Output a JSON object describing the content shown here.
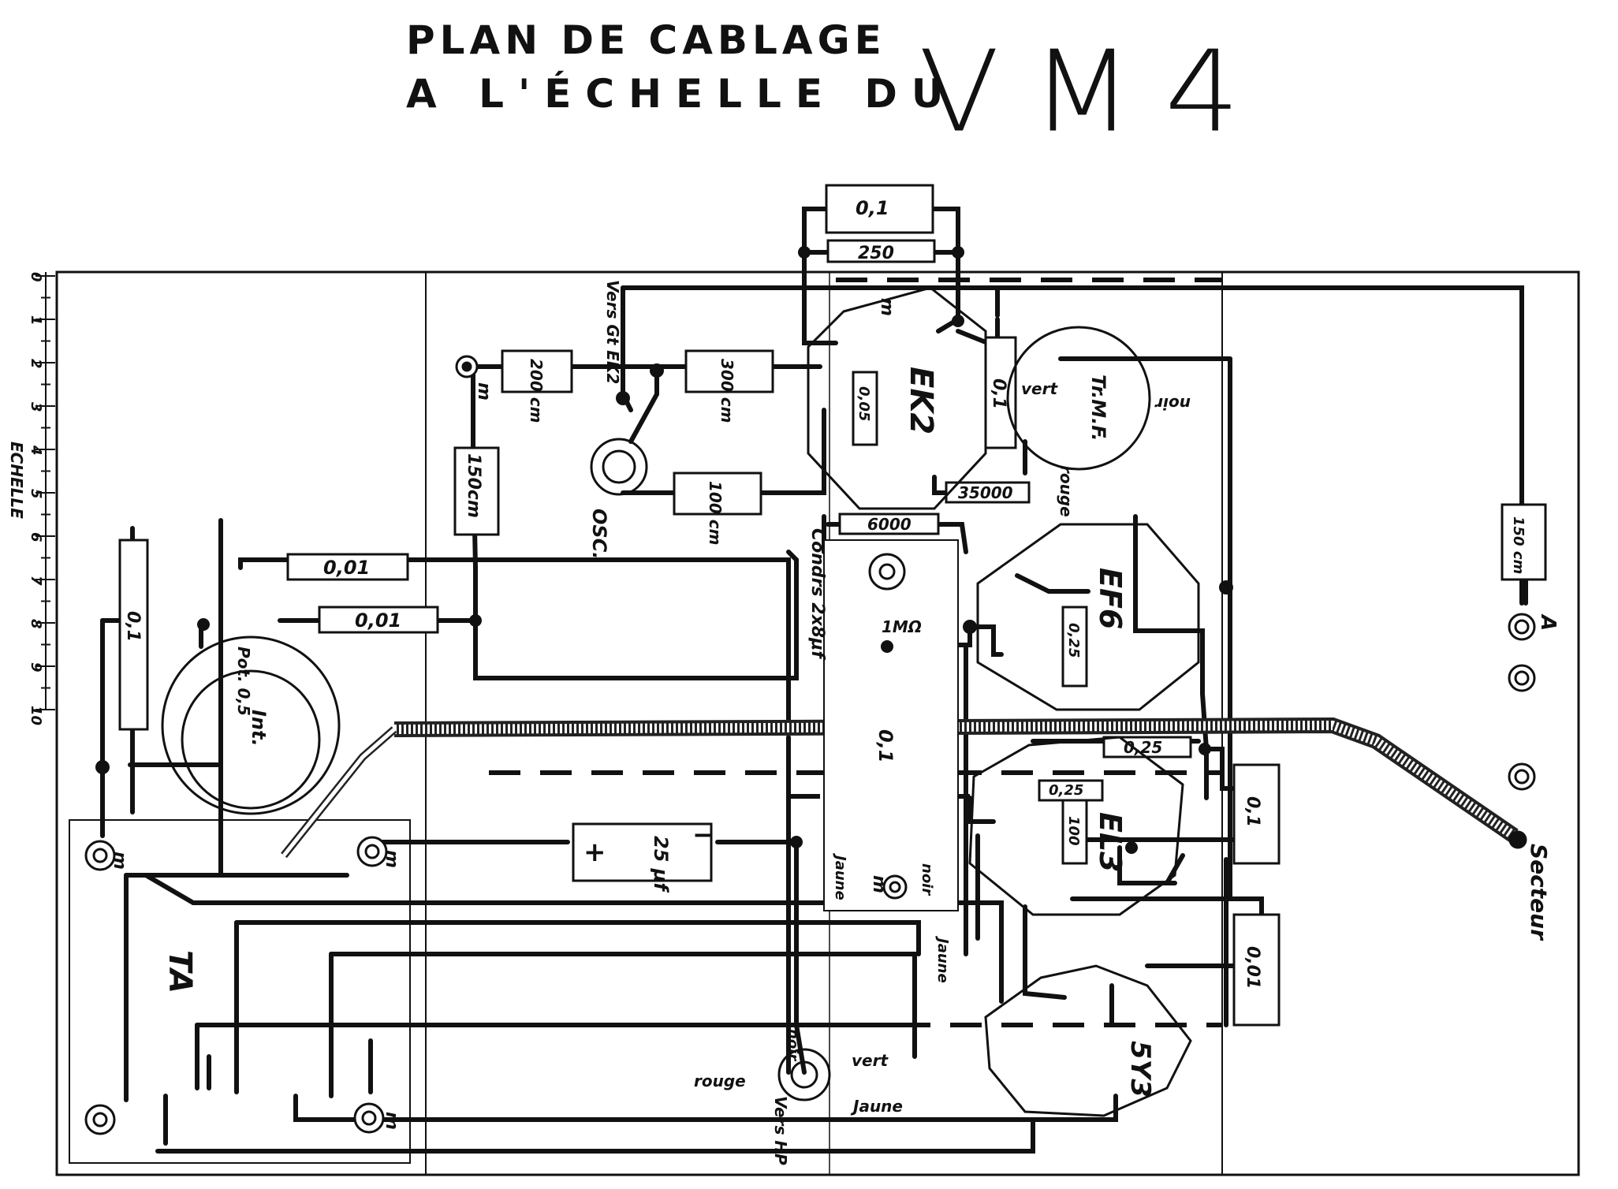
{
  "title": {
    "line1": "PLAN DE CABLAGE",
    "line2": "A L'ÉCHELLE DU",
    "model": "VM4"
  },
  "scale": {
    "label": "ECHELLE",
    "ticks": [
      "0",
      "1",
      "2",
      "3",
      "4",
      "5",
      "6",
      "7",
      "8",
      "9",
      "10"
    ]
  },
  "components": {
    "r_top": "0,1",
    "r_250": "250",
    "c_200": "200 cm",
    "c_300": "300 cm",
    "c_100": "100 cm",
    "c_150a": "150cm",
    "r_005": "0,05",
    "r_01_ek2": "0,1",
    "r_35000": "35000",
    "r_6000": "6000",
    "r_1m": "1MΩ",
    "r_025_ef6": "0,25",
    "c_150b": "150 cm",
    "c_001a": "0,01",
    "c_001b": "0,01",
    "c_01_left": "0,1",
    "c_01_center": "0,1",
    "r_025_el3a": "0,25",
    "r_025_el3b": "0,25",
    "r_100_el3": "100",
    "c_01_right": "0,1",
    "c_001_right": "0,01",
    "c_25uf": "25 μf",
    "plus": "+",
    "minus": "−"
  },
  "tubes": {
    "ek2": "EK2",
    "ef6": "EF6",
    "el3": "EL3",
    "fiveY3": "5Y3",
    "trmf": "Tr.M.F."
  },
  "labels": {
    "vers_gt_ek2": "Vers Gt EK2",
    "osc": "OSC.",
    "m": "m",
    "vert": "vert",
    "noir": "noir",
    "rouge": "rouge",
    "jaune": "Jaune",
    "pot": "Pot. 0,5",
    "int": "Int.",
    "cond": "Condrs 2x8μf",
    "ta": "TA",
    "vers_hp": "Vers HP",
    "secteur": "Secteur",
    "a": "A"
  }
}
